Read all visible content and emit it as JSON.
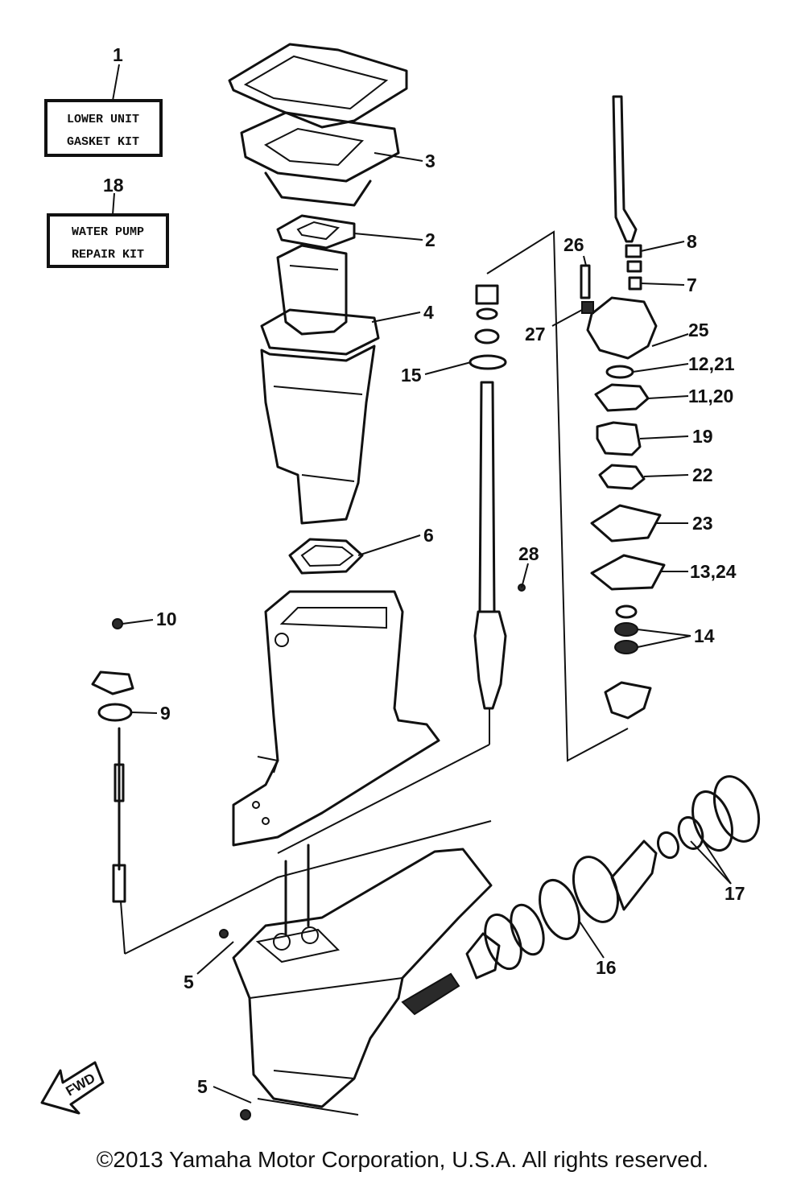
{
  "callouts": {
    "c1": "1",
    "c2": "2",
    "c3": "3",
    "c4": "4",
    "c5a": "5",
    "c5b": "5",
    "c6": "6",
    "c7": "7",
    "c8": "8",
    "c9": "9",
    "c10": "10",
    "c11": "11,20",
    "c12": "12,21",
    "c13": "13,24",
    "c14": "14",
    "c15": "15",
    "c16": "16",
    "c17": "17",
    "c18": "18",
    "c19": "19",
    "c22": "22",
    "c23": "23",
    "c25": "25",
    "c26": "26",
    "c27": "27",
    "c28": "28"
  },
  "kits": {
    "lower_unit_line1": "LOWER UNIT",
    "lower_unit_line2": "GASKET KIT",
    "water_pump_line1": "WATER PUMP",
    "water_pump_line2": "REPAIR KIT"
  },
  "fwd_label": "FWD",
  "copyright": "©2013 Yamaha Motor Corporation, U.S.A. All rights reserved."
}
